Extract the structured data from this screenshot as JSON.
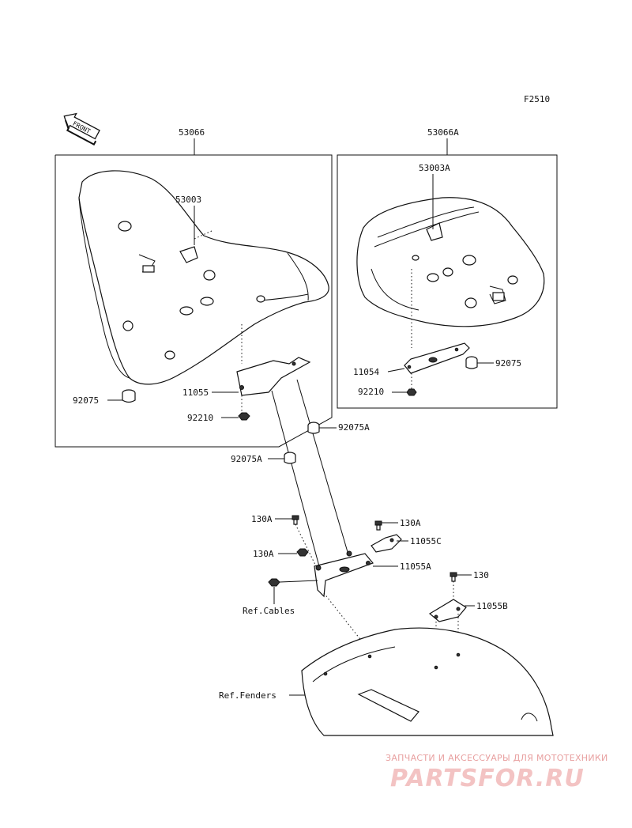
{
  "figure_code": "F2510",
  "front_label": "FRONT",
  "labels": {
    "seat_assy": "53066",
    "seat_assy_a": "53066A",
    "seat_pan": "53003",
    "seat_pan_a": "53003A",
    "bracket_11055": "11055",
    "bracket_11054": "11054",
    "nut_left": "92210",
    "nut_right": "92210",
    "damper_left": "92075",
    "damper_right": "92075",
    "damper_a_upper": "92075A",
    "damper_a_lower": "92075A",
    "bolt_130a_1": "130A",
    "bolt_130a_2": "130A",
    "bolt_130a_3": "130A",
    "bolt_130": "130",
    "bracket_11055c": "11055C",
    "bracket_11055a": "11055A",
    "bracket_11055b": "11055B",
    "ref_cables": "Ref.Cables",
    "ref_fenders": "Ref.Fenders"
  },
  "watermark": {
    "line1": "ЗАПЧАСТИ И АКСЕССУАРЫ ДЛЯ МОТОТЕХНИКИ",
    "line2": "PARTSFOR.RU"
  }
}
